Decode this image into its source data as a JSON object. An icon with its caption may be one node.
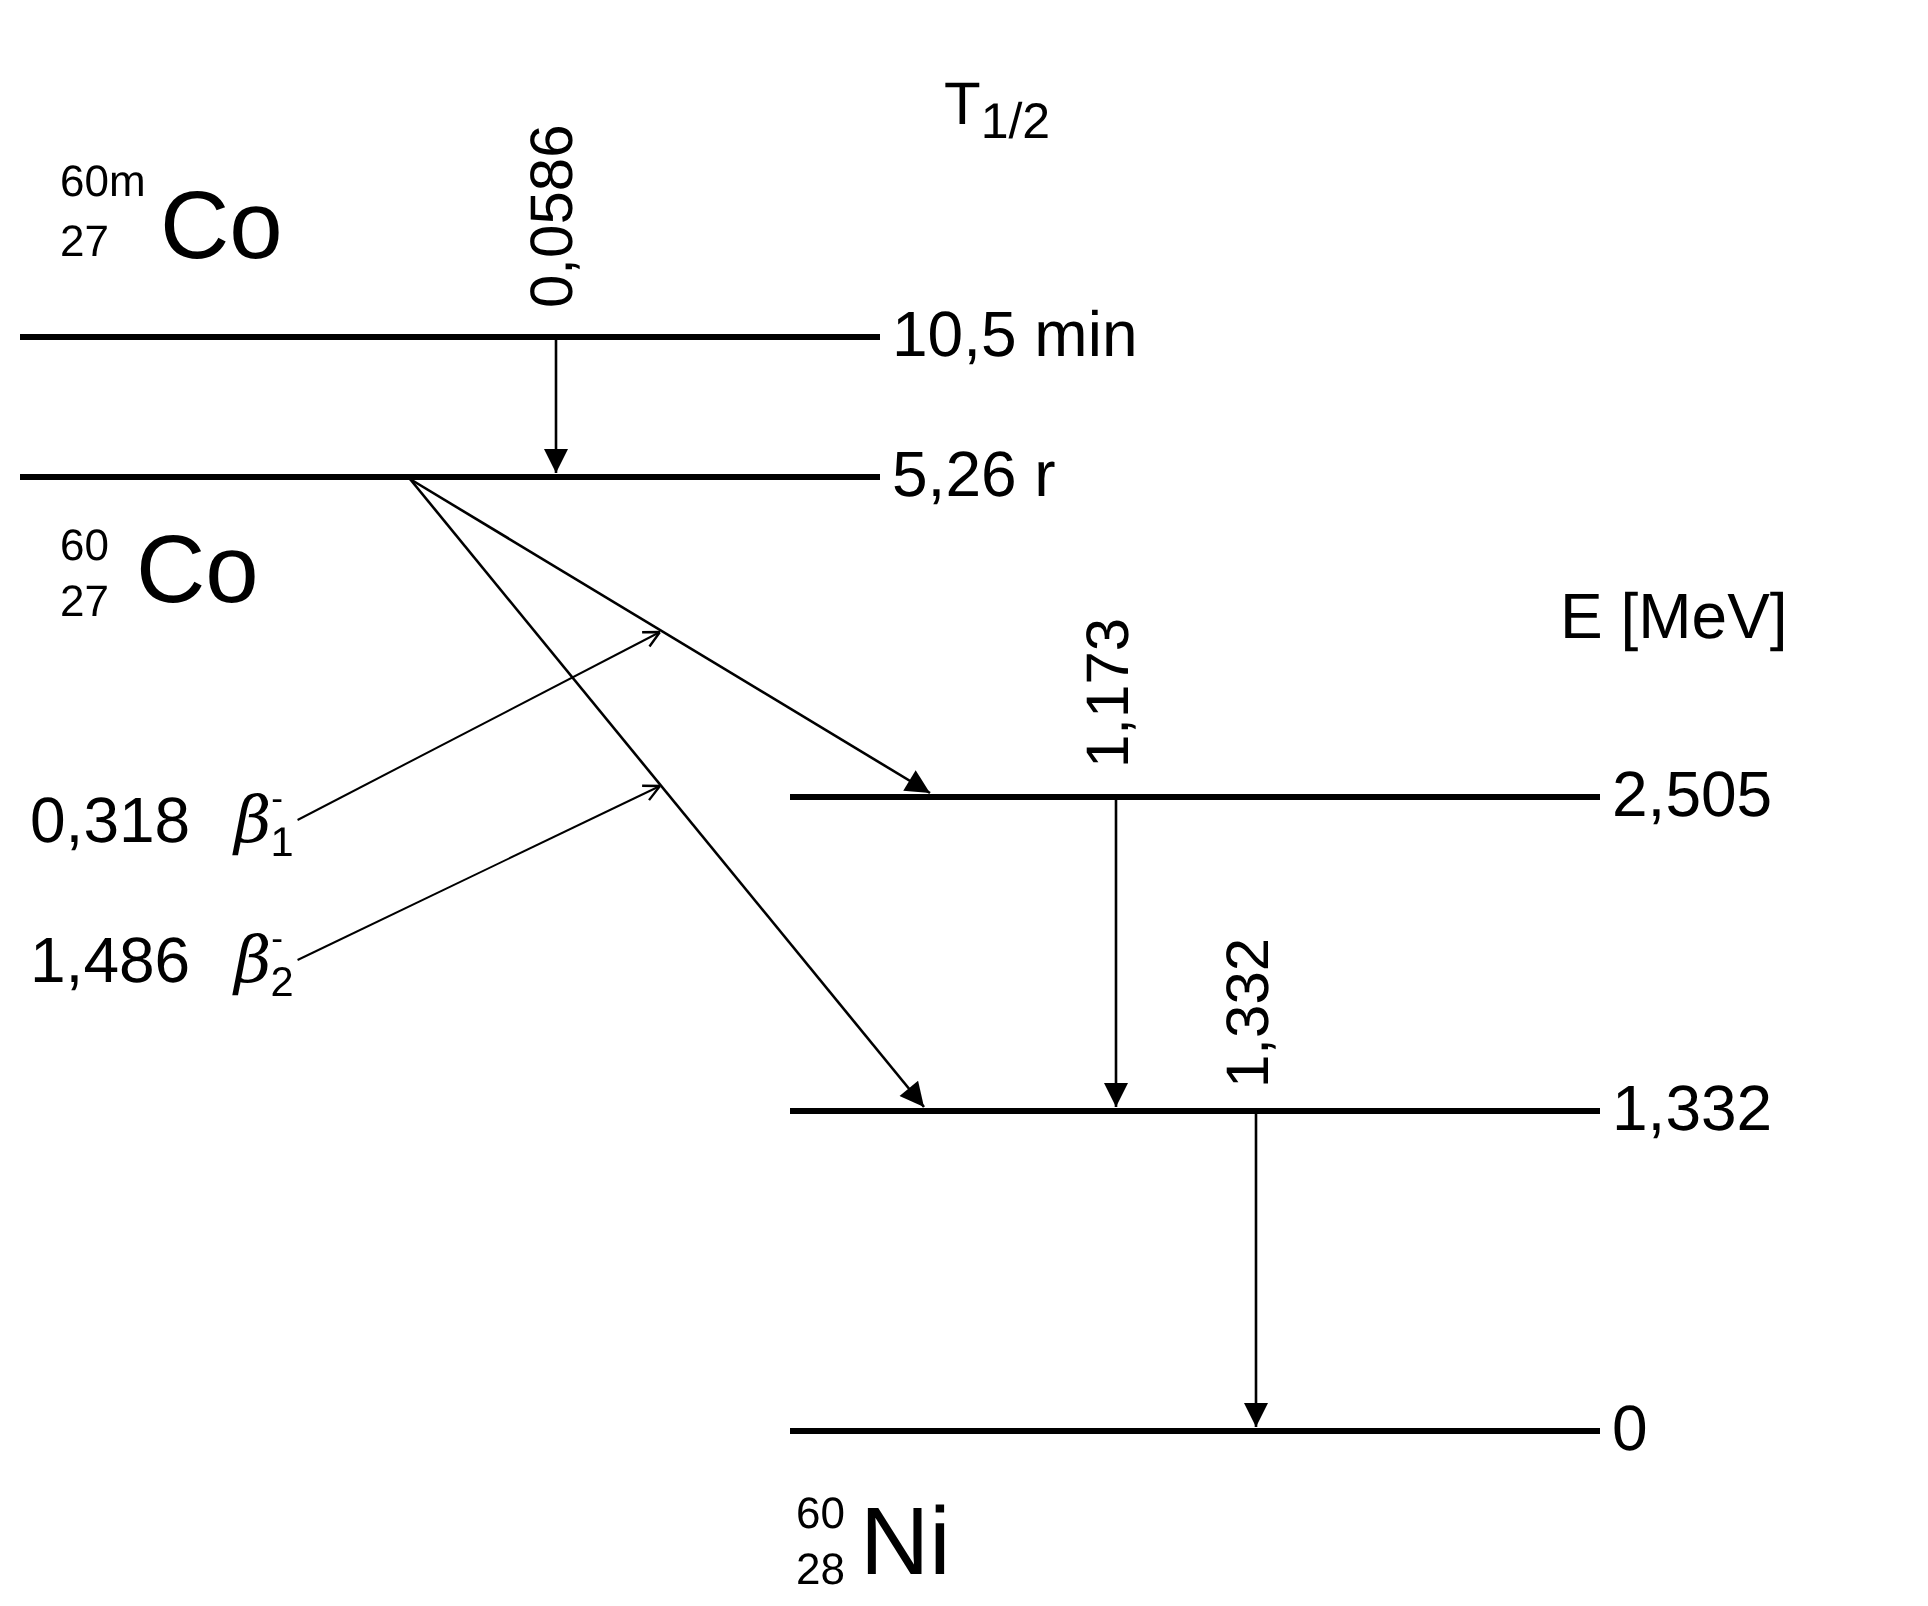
{
  "diagram": {
    "nodes": [
      {
        "text": [],
        "shape": "bar",
        "beside": [
          "10,5 min"
        ]
      },
      {
        "text": [],
        "shape": "bar",
        "beside": [
          "5,26 r"
        ]
      },
      {
        "text": [],
        "shape": "bar",
        "beside": [
          "2,505"
        ]
      },
      {
        "text": [],
        "shape": "bar",
        "beside": [
          "1,332"
        ]
      },
      {
        "text": [],
        "shape": "bar",
        "beside": [
          "0"
        ]
      },
      {
        "text": [
          "0,318",
          "β$^{-}$$_{1}$"
        ]
      },
      {
        "text": [
          "1,486",
          "β$^{-}$$_{2}$"
        ]
      }
    ],
    "edges": [
      {
        "from": 0,
        "to": 1,
        "arrow": "to",
        "label": "0,0586"
      },
      {
        "from": 1,
        "to": 2,
        "arrow": "to"
      },
      {
        "from": 1,
        "to": 3,
        "arrow": "to"
      },
      {
        "from": 2,
        "to": 3,
        "arrow": "to",
        "label": "1,173"
      },
      {
        "from": 3,
        "to": 4,
        "arrow": "to",
        "label": "1,332"
      },
      {
        "from": 5,
        "to": null,
        "arrow": "to"
      },
      {
        "from": 6,
        "to": null,
        "arrow": "to"
      }
    ],
    "labels": [
      "60m",
      "27",
      "Co",
      "T$_{1/2}$",
      "60",
      "27",
      "Co",
      "E [MeV]",
      "60",
      "28",
      "Ni"
    ]
  }
}
